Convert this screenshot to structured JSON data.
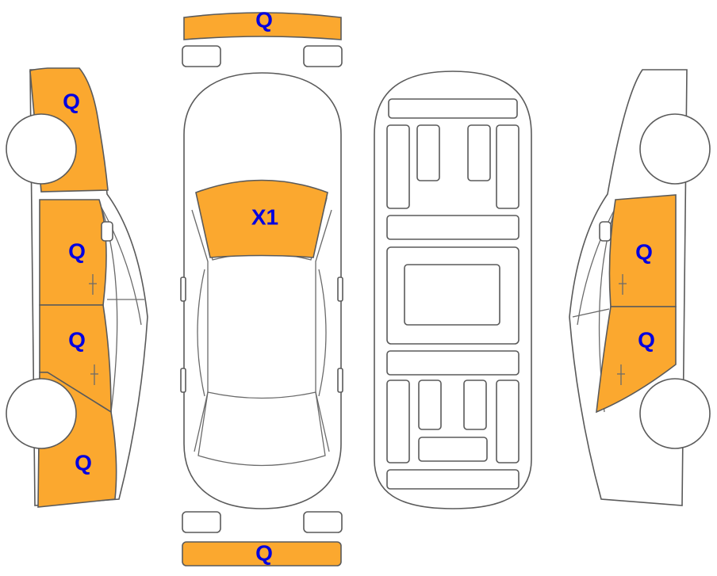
{
  "colors": {
    "marked_panel": "#FBA82F",
    "code_text": "#0000E0",
    "outline": "#5a5a5a",
    "background": "#ffffff"
  },
  "labels": {
    "front_bumper": "Q",
    "rear_bumper": "Q",
    "windshield": "X1",
    "left_front_fender": "Q",
    "left_front_door": "Q",
    "left_rear_door": "Q",
    "left_rear_quarter": "Q",
    "right_front_door": "Q",
    "right_rear_door": "Q"
  }
}
